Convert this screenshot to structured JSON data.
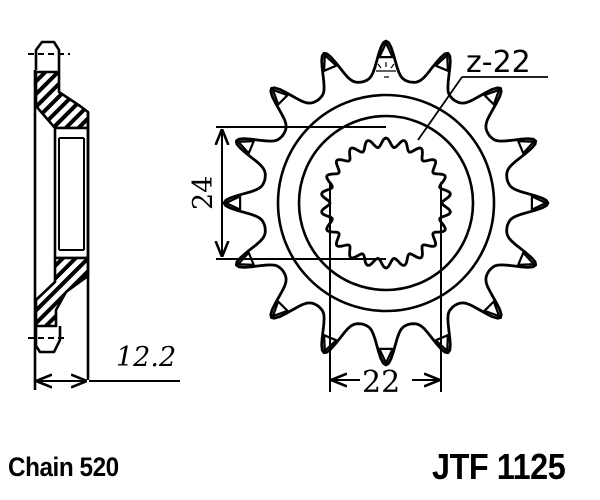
{
  "diagram": {
    "type": "technical-drawing",
    "subject": "front sprocket",
    "side_view": {
      "width_dimension": "12.2"
    },
    "front_view": {
      "outer_teeth": 16,
      "spline_label": "z-22",
      "spline_teeth": 22,
      "height_dimension": "24",
      "width_dimension": "22"
    }
  },
  "footer": {
    "chain": "Chain 520",
    "part_number": "JTF 1125"
  }
}
